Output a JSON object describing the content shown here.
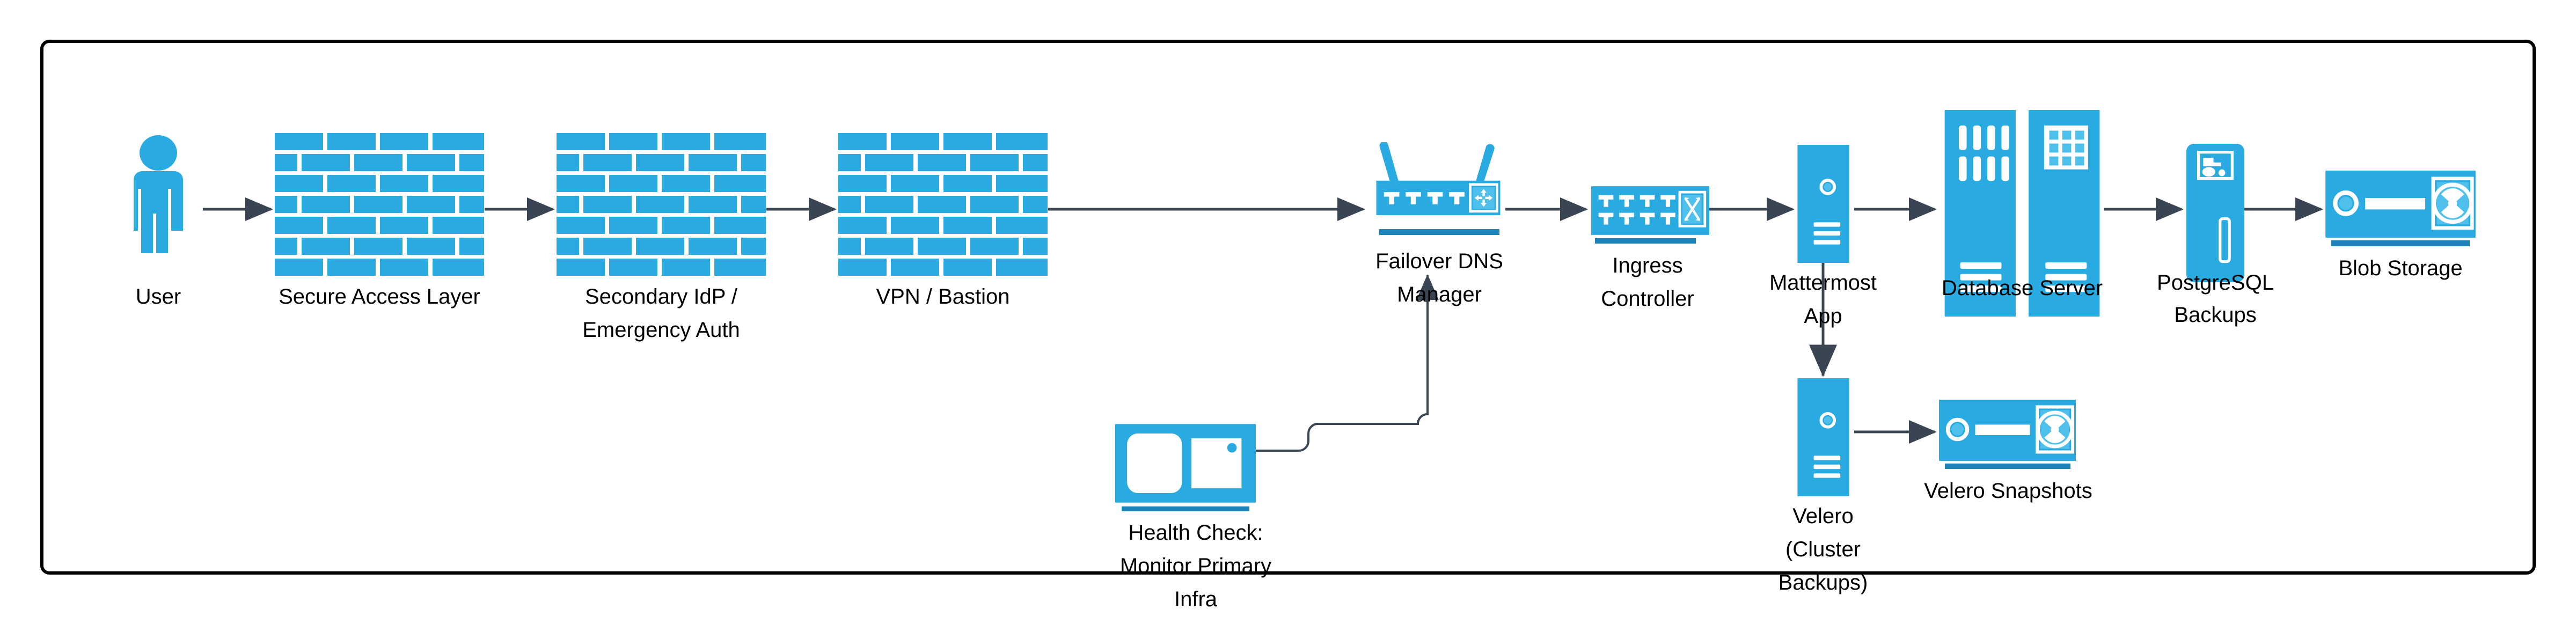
{
  "diagram": {
    "title": "Mattermost High-Availability / Disaster-Recovery Architecture",
    "type": "network-architecture-flow",
    "colors": {
      "primary_blue": "#29ABE2",
      "icon_accent_blue": "#4FC0EC",
      "base_bar_blue": "#1C83B8",
      "connector": "#3A4553",
      "border": "#000000",
      "background": "#FFFFFF",
      "icon_fill_white": "#FFFFFF"
    },
    "container": {
      "border_color": "#000000",
      "border_width": 6,
      "corner_radius": 14
    }
  },
  "nodes": [
    {
      "id": "user",
      "label": "User",
      "icon": "user-person-icon",
      "shape": "person"
    },
    {
      "id": "secure_access",
      "label": "Secure Access Layer",
      "icon": "firewall-brick-icon",
      "shape": "brick-wall"
    },
    {
      "id": "secondary_idp",
      "label": "Secondary IdP / Emergency Auth",
      "label_lines": [
        "Secondary IdP /",
        "Emergency Auth"
      ],
      "icon": "firewall-brick-icon",
      "shape": "brick-wall"
    },
    {
      "id": "vpn_bastion",
      "label": "VPN / Bastion",
      "icon": "firewall-brick-icon",
      "shape": "brick-wall"
    },
    {
      "id": "failover_dns",
      "label": "Failover DNS Manager",
      "label_lines": [
        "Failover DNS",
        "Manager"
      ],
      "icon": "wireless-router-icon",
      "shape": "router"
    },
    {
      "id": "ingress",
      "label": "Ingress Controller",
      "label_lines": [
        "Ingress",
        "Controller"
      ],
      "icon": "network-switch-icon",
      "shape": "switch"
    },
    {
      "id": "mattermost",
      "label": "Mattermost App",
      "label_lines": [
        "Mattermost",
        "App"
      ],
      "icon": "server-tower-icon",
      "shape": "server-tower"
    },
    {
      "id": "database",
      "label": "Database Server",
      "icon": "database-rack-icon",
      "shape": "dual-server-rack"
    },
    {
      "id": "pg_backups",
      "label": "PostgreSQL Backups",
      "label_lines": [
        "PostgreSQL",
        "Backups"
      ],
      "icon": "backup-tower-icon",
      "shape": "rounded-tower"
    },
    {
      "id": "blob_storage",
      "label": "Blob Storage",
      "icon": "disk-storage-icon",
      "shape": "storage-unit"
    },
    {
      "id": "health_check",
      "label": "Health Check: Monitor Primary Infra",
      "label_lines": [
        "Health Check:",
        "Monitor Primary",
        "Infra"
      ],
      "icon": "monitor-display-icon",
      "shape": "monitor"
    },
    {
      "id": "velero",
      "label": "Velero (Cluster Backups)",
      "label_lines": [
        "Velero",
        "(Cluster",
        "Backups)"
      ],
      "icon": "server-tower-icon",
      "shape": "server-tower"
    },
    {
      "id": "velero_snapshots",
      "label": "Velero Snapshots",
      "icon": "disk-storage-icon",
      "shape": "storage-unit"
    }
  ],
  "edges": [
    {
      "from": "user",
      "to": "secure_access",
      "style": "straight-arrow"
    },
    {
      "from": "secure_access",
      "to": "secondary_idp",
      "style": "straight-arrow"
    },
    {
      "from": "secondary_idp",
      "to": "vpn_bastion",
      "style": "straight-arrow"
    },
    {
      "from": "vpn_bastion",
      "to": "failover_dns",
      "style": "straight-arrow"
    },
    {
      "from": "failover_dns",
      "to": "ingress",
      "style": "straight-arrow"
    },
    {
      "from": "ingress",
      "to": "mattermost",
      "style": "straight-arrow"
    },
    {
      "from": "mattermost",
      "to": "database",
      "style": "straight-arrow"
    },
    {
      "from": "database",
      "to": "pg_backups",
      "style": "straight-arrow"
    },
    {
      "from": "pg_backups",
      "to": "blob_storage",
      "style": "straight-arrow"
    },
    {
      "from": "mattermost",
      "to": "velero",
      "style": "straight-arrow-down"
    },
    {
      "from": "velero",
      "to": "velero_snapshots",
      "style": "straight-arrow"
    },
    {
      "from": "health_check",
      "to": "failover_dns",
      "style": "orthogonal-rounded"
    }
  ]
}
